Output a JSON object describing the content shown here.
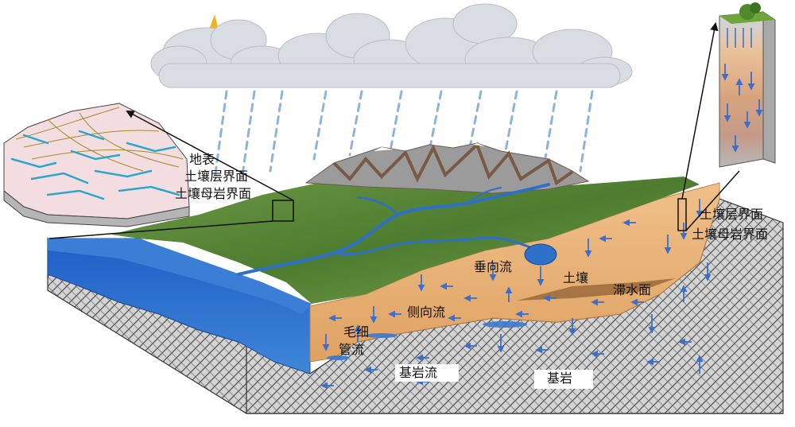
{
  "labels": {
    "surface": "地表",
    "soil_layer_interface_left": "土壤层界面",
    "soil_bedrock_interface_left": "土壤母岩界面",
    "soil_layer_interface_right": "土壤层界面",
    "soil_bedrock_interface_right": "土壤母岩界面",
    "vertical_flow": "垂向流",
    "soil": "土壤",
    "perched_water_table": "滞水面",
    "lateral_flow": "侧向流",
    "capillary_flow_1": "毛细",
    "capillary_flow_2": "管流",
    "bedrock_flow": "基岩流",
    "bedrock": "基岩"
  },
  "colors": {
    "sky_cloud": "#d9dde3",
    "rain": "#8fb3d9",
    "grass": "#5f8a3a",
    "river": "#2e6fc8",
    "sea": "#2a66c4",
    "soil": "#e6ad72",
    "bedrock": "#c9c9c9",
    "flow_arrow": "#3b6fcf"
  }
}
